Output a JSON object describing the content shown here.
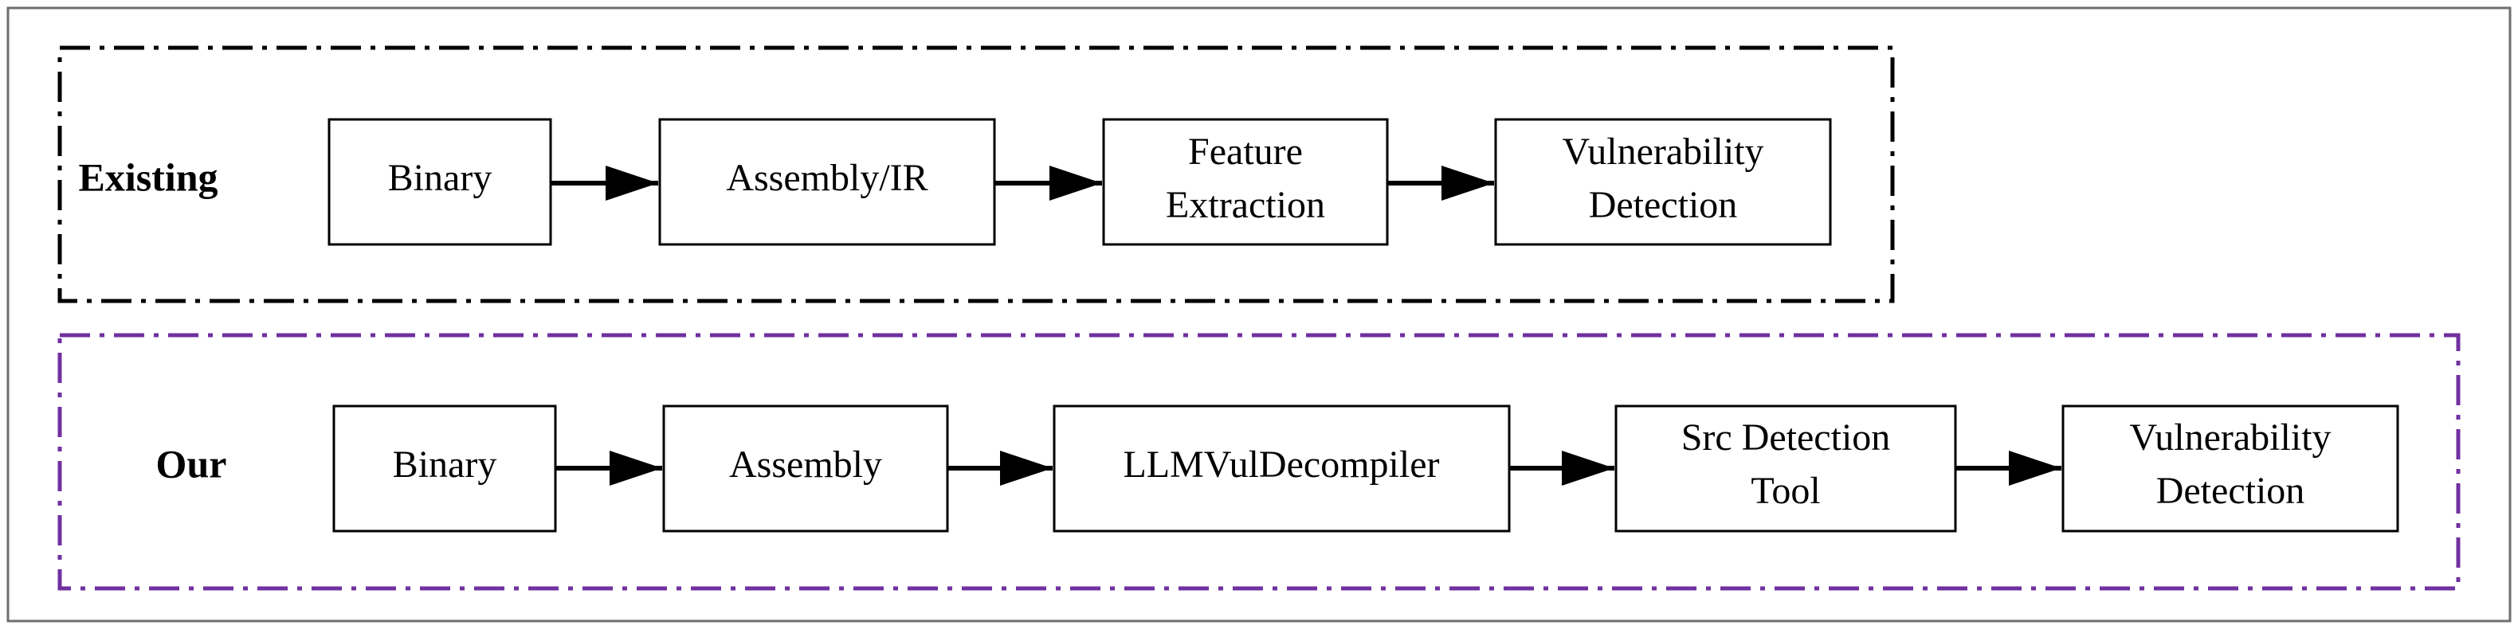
{
  "diagram": {
    "rows": [
      {
        "label": "Existing",
        "border_color": "#000000",
        "steps": [
          {
            "lines": [
              "Binary"
            ]
          },
          {
            "lines": [
              "Assembly/IR"
            ]
          },
          {
            "lines": [
              "Feature",
              "Extraction"
            ]
          },
          {
            "lines": [
              "Vulnerability",
              "Detection"
            ]
          }
        ]
      },
      {
        "label": "Our",
        "border_color": "#7030A0",
        "steps": [
          {
            "lines": [
              "Binary"
            ]
          },
          {
            "lines": [
              "Assembly"
            ]
          },
          {
            "lines": [
              "LLMVulDecompiler"
            ]
          },
          {
            "lines": [
              "Src Detection",
              "Tool"
            ]
          },
          {
            "lines": [
              "Vulnerability",
              "Detection"
            ]
          }
        ]
      }
    ]
  }
}
